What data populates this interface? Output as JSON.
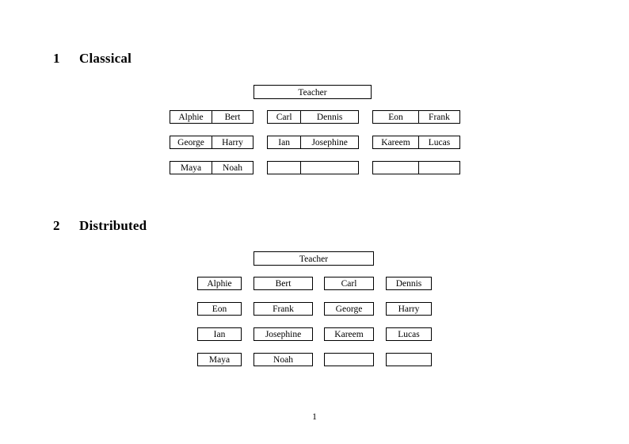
{
  "page": {
    "folio": "1"
  },
  "sections": [
    {
      "number": "1",
      "title": "Classical",
      "teacher": {
        "label": "Teacher"
      },
      "groups": [
        {
          "rows": [
            {
              "cells": [
                "Alphie",
                "Bert"
              ]
            },
            {
              "cells": [
                "George",
                "Harry"
              ]
            },
            {
              "cells": [
                "Maya",
                "Noah"
              ]
            }
          ]
        },
        {
          "rows": [
            {
              "cells": [
                "Carl",
                "Dennis"
              ]
            },
            {
              "cells": [
                "Ian",
                "Josephine"
              ]
            },
            {
              "cells": [
                "",
                ""
              ]
            }
          ]
        },
        {
          "rows": [
            {
              "cells": [
                "Eon",
                "Frank"
              ]
            },
            {
              "cells": [
                "Kareem",
                "Lucas"
              ]
            },
            {
              "cells": [
                "",
                ""
              ]
            }
          ]
        }
      ]
    },
    {
      "number": "2",
      "title": "Distributed",
      "teacher": {
        "label": "Teacher"
      },
      "grid": [
        [
          "Alphie",
          "Bert",
          "Carl",
          "Dennis"
        ],
        [
          "Eon",
          "Frank",
          "George",
          "Harry"
        ],
        [
          "Ian",
          "Josephine",
          "Kareem",
          "Lucas"
        ],
        [
          "Maya",
          "Noah",
          "",
          ""
        ]
      ]
    }
  ]
}
